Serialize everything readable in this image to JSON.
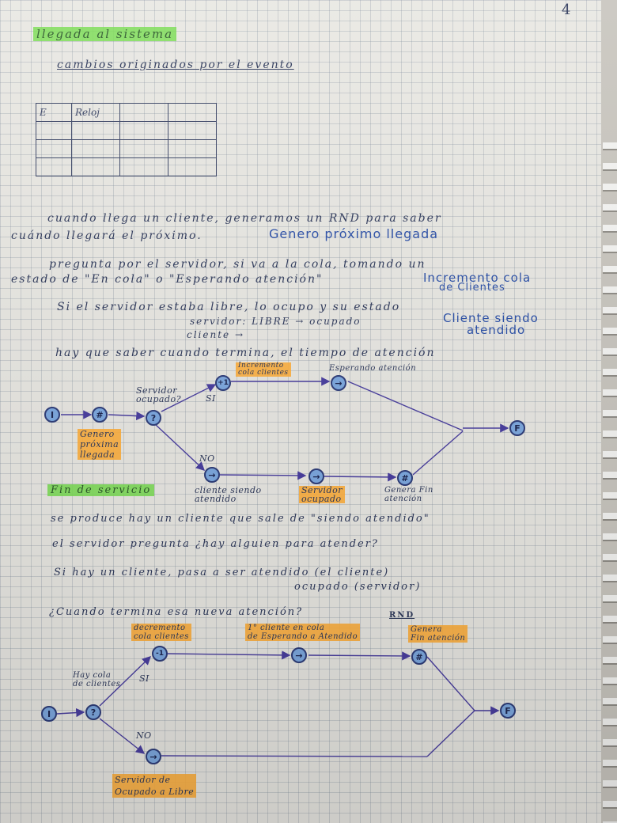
{
  "page_number": "4",
  "title": "llegada al sistema",
  "subtitle": "cambios originados por el evento",
  "table_headers": [
    "E",
    "Reloj"
  ],
  "lines": {
    "l1a": "cuando llega un cliente, generamos un RND para saber",
    "l1b": "cuándo llegará el próximo.",
    "l1c": "Genero próximo llegada",
    "l2a": "pregunta por el servidor, si va a la cola, tomando un",
    "l2b": "estado de \"En cola\" o \"Esperando atención\"",
    "l2c": "Incremento cola",
    "l2d": "de Clientes",
    "l3a": "Si el servidor estaba libre, lo ocupo y su estado",
    "l3b": "servidor: LIBRE → ocupado",
    "l3c": "Cliente siendo",
    "l3d": "atendido",
    "l3e": "cliente →",
    "l4": "hay que saber cuando termina, el tiempo de atención",
    "fin_title": "Fin de servicio",
    "l5": "se produce hay un cliente que sale de \"siendo atendido\"",
    "l6": "el servidor pregunta ¿hay alguien para atender?",
    "l7a": "Si hay un cliente, pasa a ser atendido (el cliente)",
    "l7b": "ocupado (servidor)",
    "l8": "¿Cuando termina esa nueva atención?",
    "rnd": "RND"
  },
  "diagram1": {
    "start": "I",
    "gen": "#",
    "q": "?",
    "plus": "+1",
    "arrow": "→",
    "hash": "#",
    "end": "F",
    "gen_label": [
      "Genero",
      "próxima",
      "llegada"
    ],
    "q_label": [
      "Servidor",
      "ocupado?"
    ],
    "si": "SI",
    "no": "NO",
    "top1": [
      "Incremento",
      "cola clientes"
    ],
    "top2": "Esperando atención",
    "bot1": [
      "cliente siendo",
      "atendido"
    ],
    "bot2": [
      "Servidor",
      "ocupado"
    ],
    "bot3": [
      "Genera Fin",
      "atención"
    ]
  },
  "diagram2": {
    "start": "I",
    "q": "?",
    "minus": "-1",
    "arrow": "→",
    "hash": "#",
    "end": "F",
    "q_label": [
      "Hay cola",
      "de clientes"
    ],
    "si": "SI",
    "no": "NO",
    "top1": [
      "decremento",
      "cola clientes"
    ],
    "top2": [
      "1° cliente en cola",
      "de Esperando a Atendido"
    ],
    "top3": [
      "Genera",
      "Fin atención"
    ],
    "bot1": [
      "Servidor de",
      "Ocupado a Libre"
    ]
  }
}
